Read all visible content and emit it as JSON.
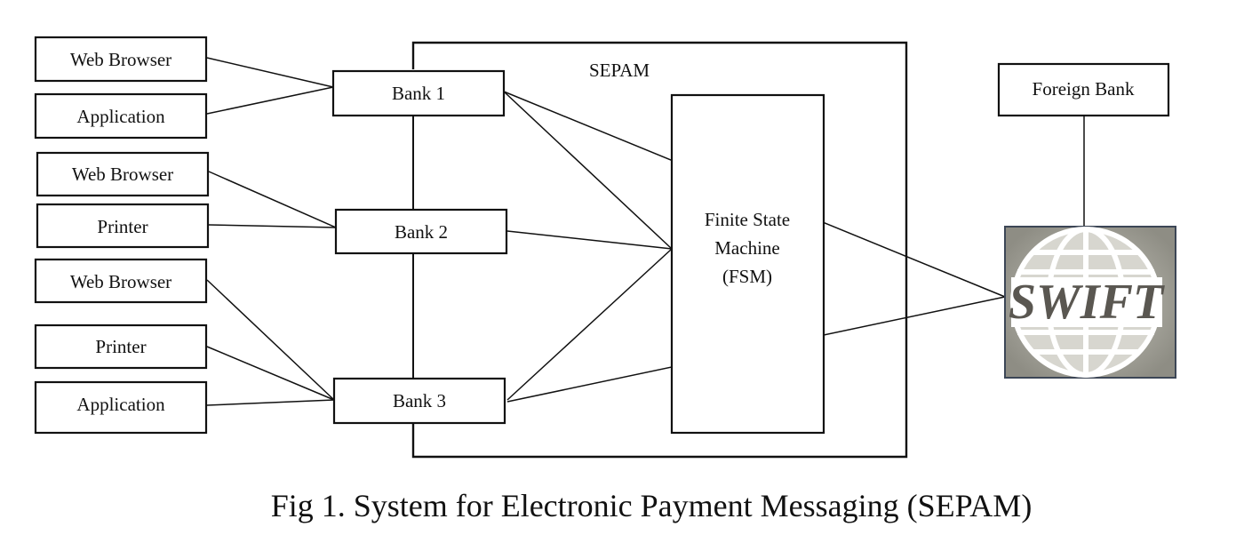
{
  "sepam_label": "SEPAM",
  "clients": [
    {
      "id": "c1",
      "label": "Web Browser"
    },
    {
      "id": "c2",
      "label": "Application"
    },
    {
      "id": "c3",
      "label": "Web Browser"
    },
    {
      "id": "c4",
      "label": "Printer"
    },
    {
      "id": "c5",
      "label": "Web Browser"
    },
    {
      "id": "c6",
      "label": "Printer"
    },
    {
      "id": "c7",
      "label": "Application"
    }
  ],
  "banks": [
    {
      "id": "b1",
      "label": "Bank 1"
    },
    {
      "id": "b2",
      "label": "Bank 2"
    },
    {
      "id": "b3",
      "label": "Bank 3"
    }
  ],
  "fsm_lines": [
    "Finite State",
    "Machine",
    "(FSM)"
  ],
  "foreign_bank": "Foreign Bank",
  "swift_logo_text": "SWIFT",
  "caption": "Fig 1. System for Electronic Payment Messaging (SEPAM)",
  "edges": [
    [
      "c1",
      "b1"
    ],
    [
      "c2",
      "b1"
    ],
    [
      "c3",
      "b2"
    ],
    [
      "c4",
      "b2"
    ],
    [
      "c5",
      "b3"
    ],
    [
      "c6",
      "b3"
    ],
    [
      "c7",
      "b3"
    ],
    [
      "b1",
      "fsm"
    ],
    [
      "b2",
      "fsm"
    ],
    [
      "b3",
      "fsm"
    ],
    [
      "b1",
      "swift"
    ],
    [
      "b3",
      "swift"
    ],
    [
      "foreign",
      "swift"
    ]
  ]
}
